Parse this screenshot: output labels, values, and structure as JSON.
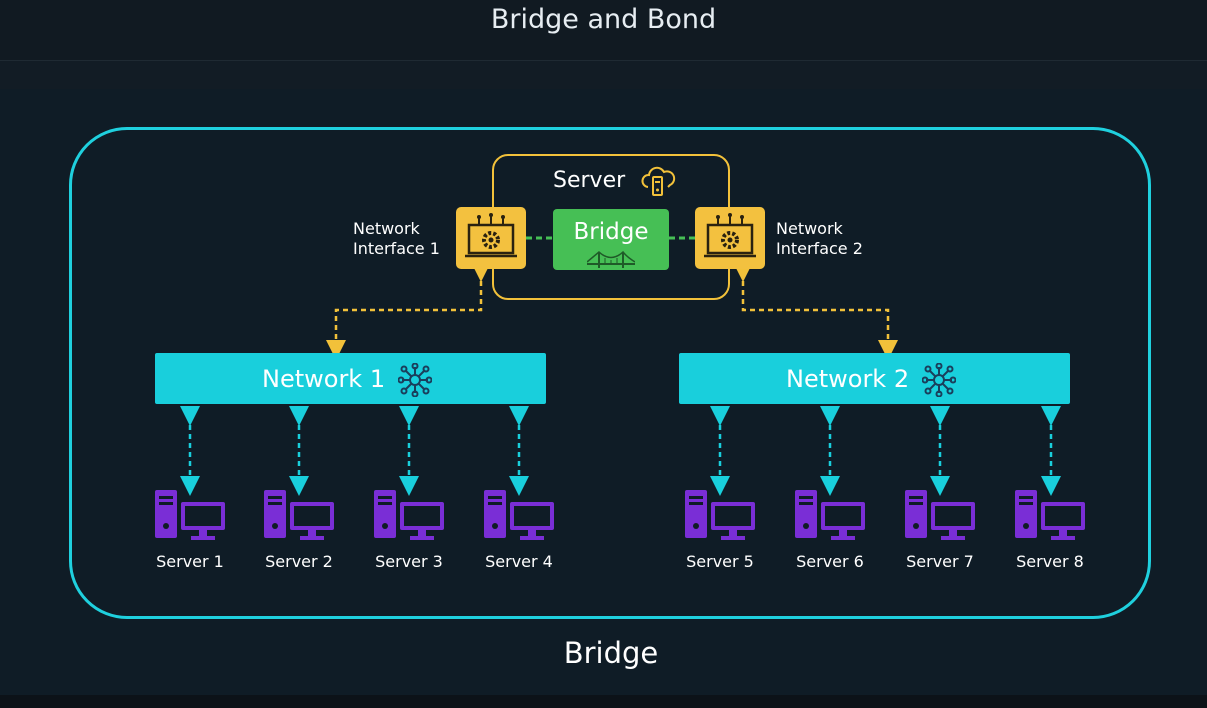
{
  "header": {
    "title": "Bridge and Bond"
  },
  "diagram": {
    "server_label": "Server",
    "nic1": {
      "line1": "Network",
      "line2": "Interface 1"
    },
    "nic2": {
      "line1": "Network",
      "line2": "Interface 2"
    },
    "bridge_label": "Bridge",
    "networks": [
      {
        "label": "Network 1"
      },
      {
        "label": "Network 2"
      }
    ],
    "servers": [
      "Server 1",
      "Server 2",
      "Server 3",
      "Server 4",
      "Server 5",
      "Server 6",
      "Server 7",
      "Server 8"
    ],
    "caption": "Bridge"
  },
  "colors": {
    "frame": "#1fd0de",
    "interface": "#f3c13f",
    "bridge": "#46bf55",
    "network": "#19cfdc",
    "server_icon": "#7a2ed6"
  }
}
